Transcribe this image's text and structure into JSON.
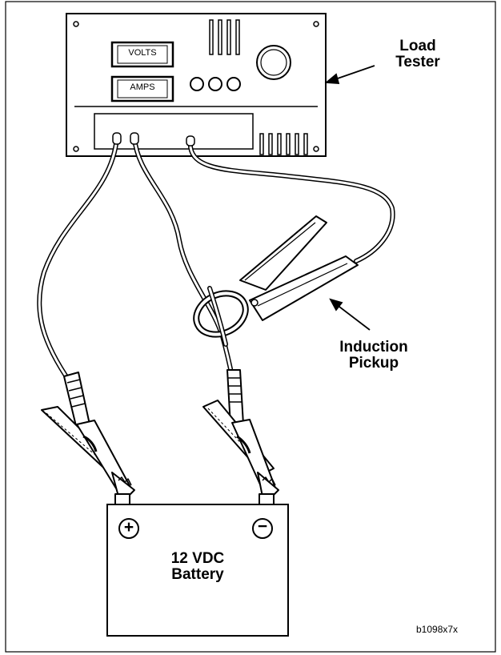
{
  "load_tester": {
    "volts_label": "VOLTS",
    "amps_label": "AMPS",
    "title_line1": "Load",
    "title_line2": "Tester"
  },
  "induction_pickup": {
    "line1": "Induction",
    "line2": "Pickup"
  },
  "battery": {
    "plus_symbol": "+",
    "minus_symbol": "−",
    "line1": "12 VDC",
    "line2": "Battery"
  },
  "figure_code": "b1098x7x"
}
